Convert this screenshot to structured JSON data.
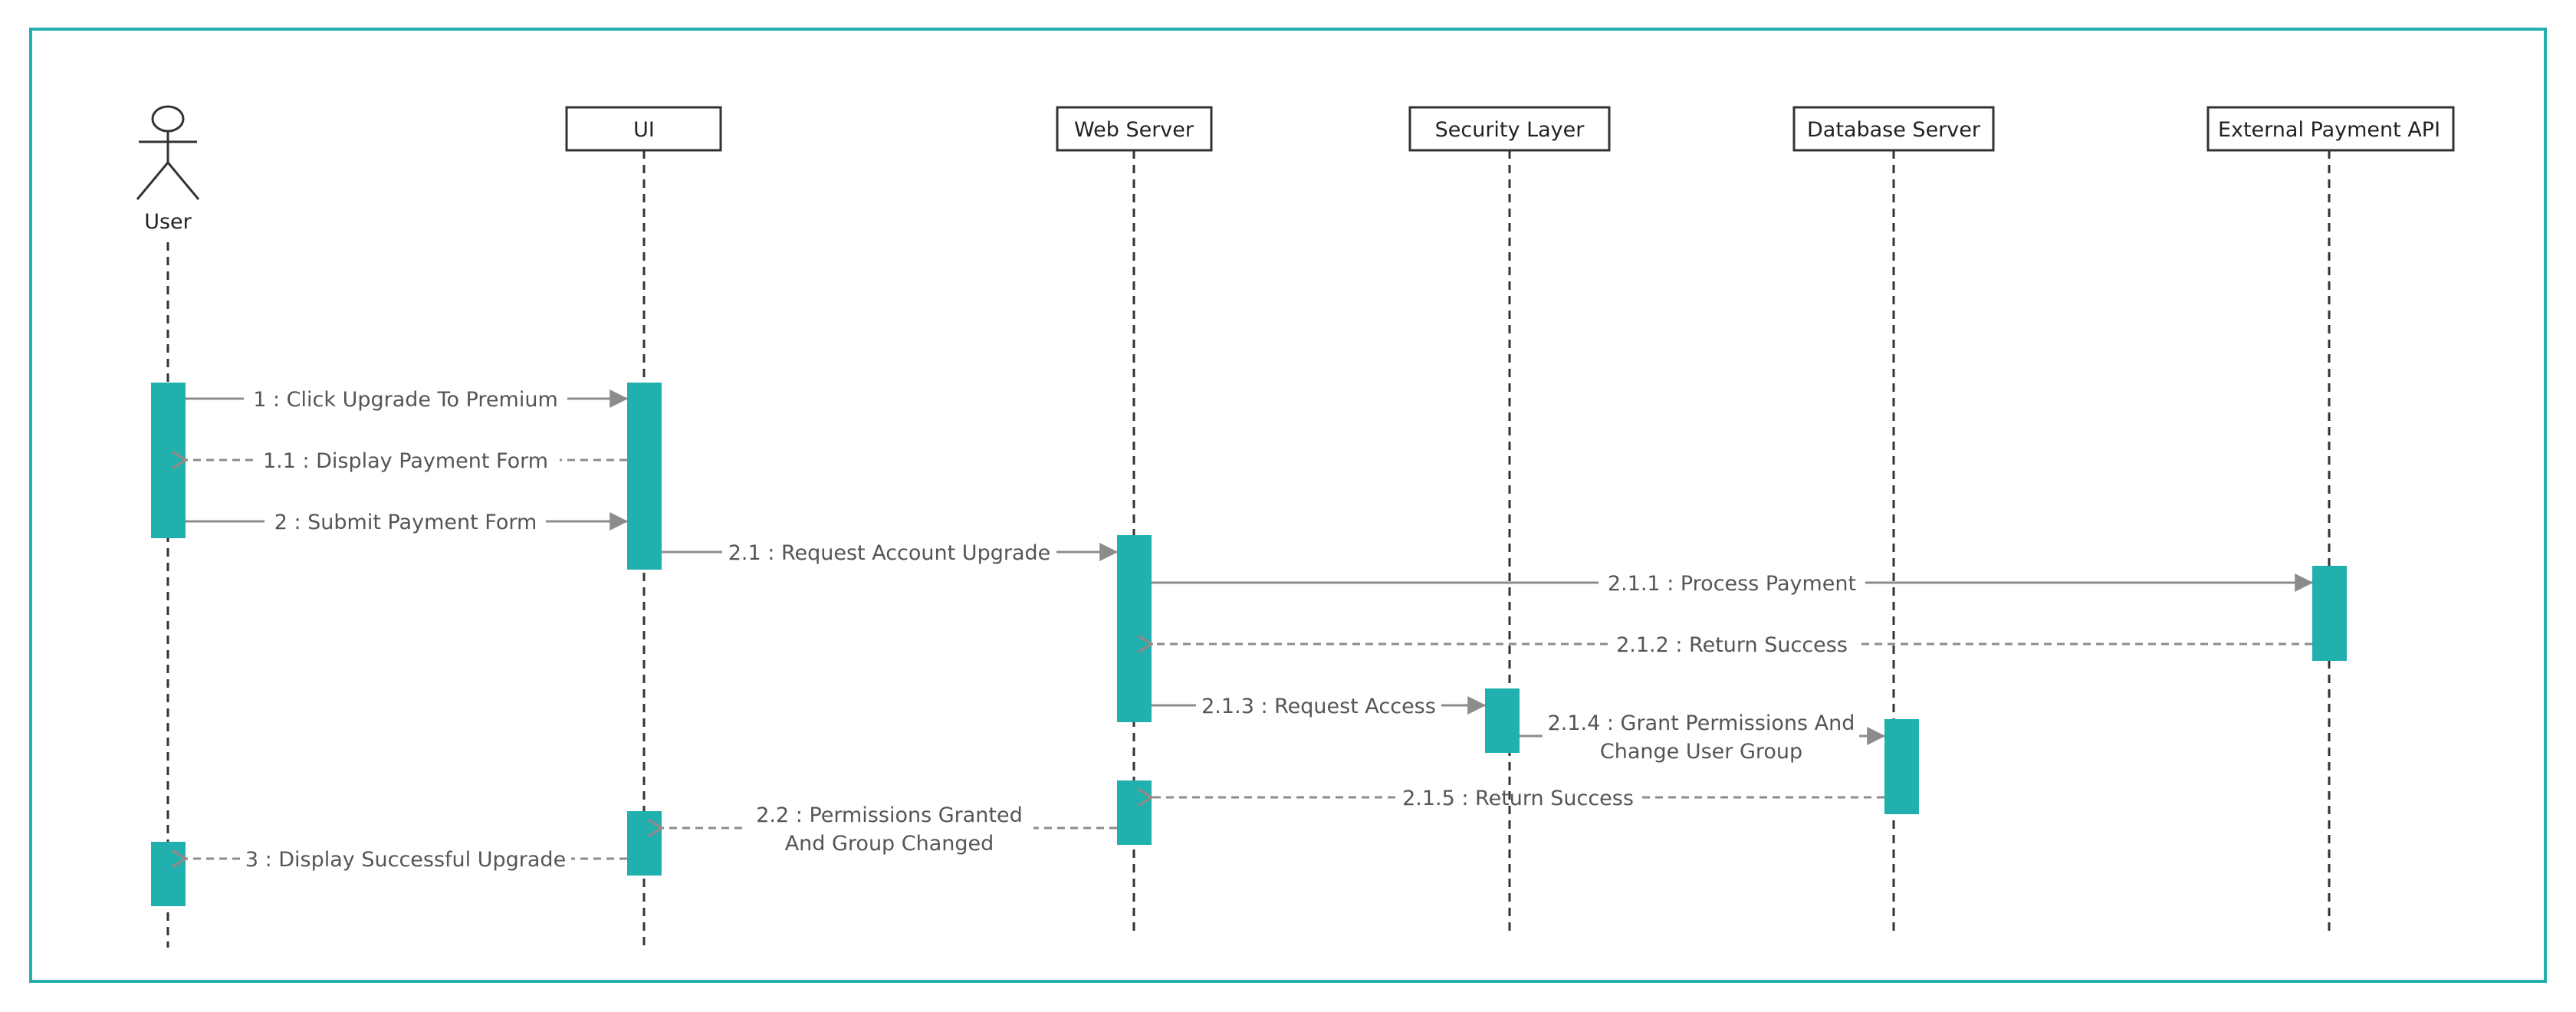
{
  "diagram": {
    "type": "sequence",
    "colors": {
      "frame": "#26b0ad",
      "activation": "#21b0ae",
      "arrow": "#8c8c8c",
      "lifeline": "#333333",
      "text": "#555555"
    },
    "participants": [
      {
        "id": "user",
        "label": "User",
        "kind": "actor"
      },
      {
        "id": "ui",
        "label": "UI",
        "kind": "box"
      },
      {
        "id": "web",
        "label": "Web Server",
        "kind": "box"
      },
      {
        "id": "sec",
        "label": "Security Layer",
        "kind": "box"
      },
      {
        "id": "db",
        "label": "Database Server",
        "kind": "box"
      },
      {
        "id": "api",
        "label": "External Payment API",
        "kind": "box"
      }
    ],
    "messages": [
      {
        "id": "m1",
        "from": "user",
        "to": "ui",
        "lines": [
          "1 : Click Upgrade To Premium"
        ],
        "style": "call"
      },
      {
        "id": "m11",
        "from": "ui",
        "to": "user",
        "lines": [
          "1.1 : Display Payment Form"
        ],
        "style": "return"
      },
      {
        "id": "m2",
        "from": "user",
        "to": "ui",
        "lines": [
          "2 : Submit Payment Form"
        ],
        "style": "call"
      },
      {
        "id": "m21",
        "from": "ui",
        "to": "web",
        "lines": [
          "2.1 : Request Account Upgrade"
        ],
        "style": "call"
      },
      {
        "id": "m211",
        "from": "web",
        "to": "api",
        "lines": [
          "2.1.1 : Process Payment"
        ],
        "style": "call"
      },
      {
        "id": "m212",
        "from": "api",
        "to": "web",
        "lines": [
          "2.1.2 : Return Success"
        ],
        "style": "return"
      },
      {
        "id": "m213",
        "from": "web",
        "to": "sec",
        "lines": [
          "2.1.3 : Request Access"
        ],
        "style": "call"
      },
      {
        "id": "m214",
        "from": "sec",
        "to": "db",
        "lines": [
          "2.1.4 : Grant Permissions And",
          "Change User Group"
        ],
        "style": "call"
      },
      {
        "id": "m215",
        "from": "db",
        "to": "web",
        "lines": [
          "2.1.5 : Return Success"
        ],
        "style": "return"
      },
      {
        "id": "m22",
        "from": "web",
        "to": "ui",
        "lines": [
          "2.2 : Permissions Granted",
          "And Group Changed"
        ],
        "style": "return"
      },
      {
        "id": "m3",
        "from": "ui",
        "to": "user",
        "lines": [
          "3 : Display Successful Upgrade"
        ],
        "style": "return"
      }
    ]
  }
}
